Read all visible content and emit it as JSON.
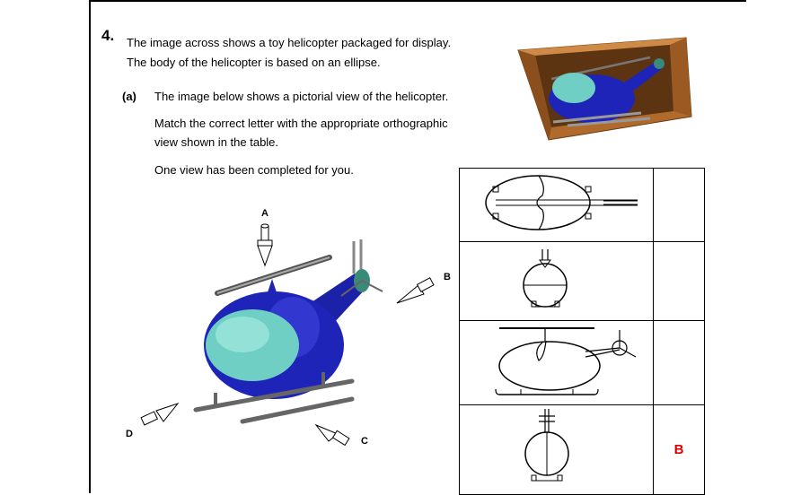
{
  "question": {
    "number": "4.",
    "intro": [
      "The image across shows a toy helicopter packaged for display.",
      "The body of the helicopter is based on an ellipse."
    ],
    "part": {
      "label": "(a)",
      "lines": [
        "The image below shows a pictorial view of the helicopter.",
        "Match the correct letter with the appropriate orthographic",
        "view shown in the table.",
        "One view has been completed for you."
      ]
    }
  },
  "arrows": {
    "a": "A",
    "b": "B",
    "c": "C",
    "d": "D"
  },
  "views_table": {
    "rows": [
      {
        "view": "plan-view",
        "answer": ""
      },
      {
        "view": "front-view",
        "answer": ""
      },
      {
        "view": "side-view",
        "answer": ""
      },
      {
        "view": "rear-view",
        "answer": "B"
      }
    ],
    "answer_color": "#e00000"
  },
  "colors": {
    "body": "#1f24b8",
    "canopy": "#6fcfc4",
    "box": "#b06a2c"
  }
}
